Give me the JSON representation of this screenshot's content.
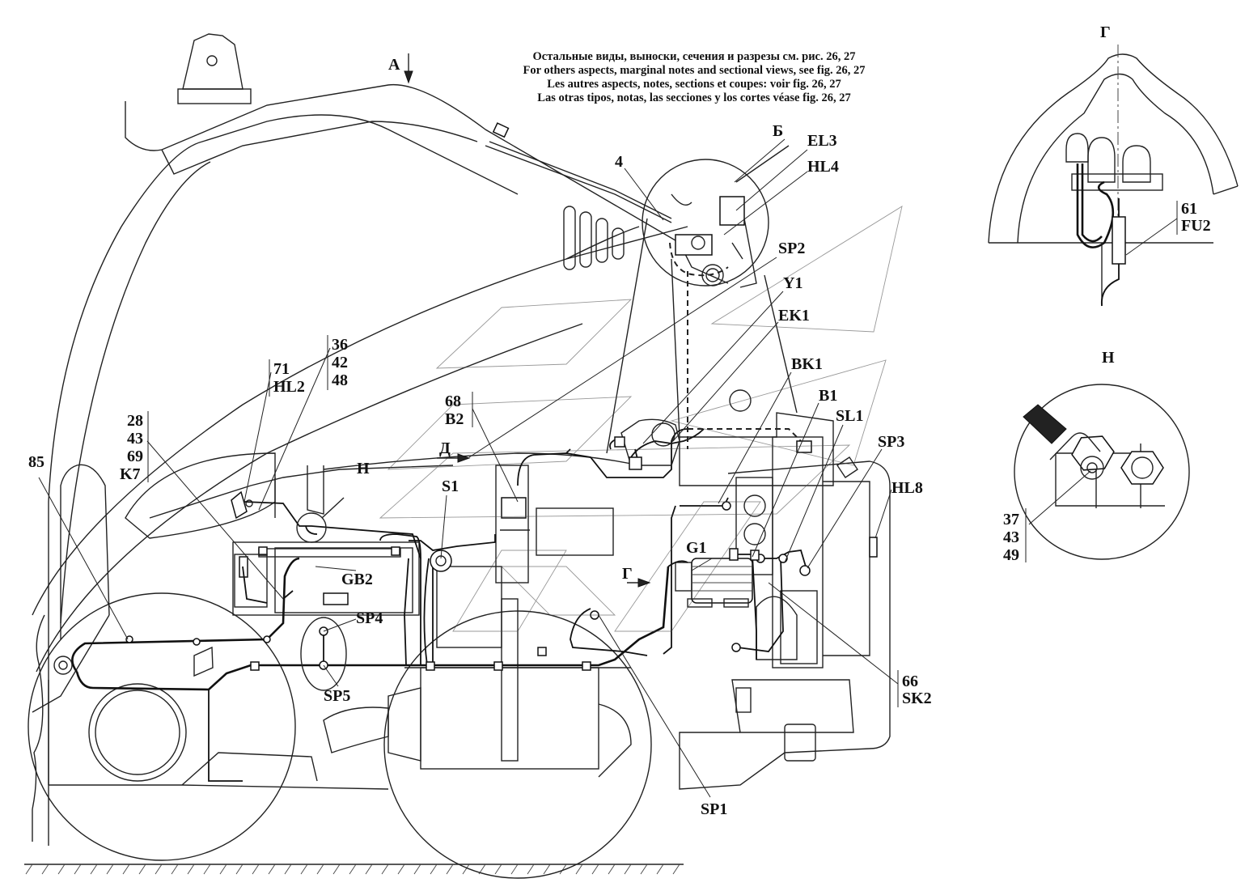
{
  "notes": {
    "ru": "Остальные виды, выноски, сечения и разрезы см. рис. 26, 27",
    "en": "For others aspects, marginal notes and sectional views, see fig. 26, 27",
    "fr": "Les autres aspects, notes, sections et coupes: voir fig. 26, 27",
    "es": "Las otras tipos, notas, las secciones y los cortes véase fig. 26, 27"
  },
  "view_arrows": {
    "a": "А",
    "b": "Б",
    "g": "Г",
    "d": "Д",
    "n": "Н"
  },
  "labels": {
    "el3": "EL3",
    "hl4": "HL4",
    "sp2": "SP2",
    "y1": "Y1",
    "ek1": "EK1",
    "bk1": "BK1",
    "b1": "B1",
    "sl1": "SL1",
    "sp3": "SP3",
    "hl8": "HL8",
    "g1": "G1",
    "gb2": "GB2",
    "s1": "S1",
    "sp4": "SP4",
    "sp5": "SP5",
    "sp1": "SP1",
    "num4": "4",
    "num85": "85"
  },
  "stacked_labels": {
    "hl2": [
      "71",
      "HL2"
    ],
    "group36": [
      "36",
      "42",
      "48"
    ],
    "k7": [
      "28",
      "43",
      "69",
      "K7"
    ],
    "b2": [
      "68",
      "B2"
    ],
    "sk2": [
      "66",
      "SK2"
    ],
    "fu2": [
      "61",
      "FU2"
    ],
    "group37": [
      "37",
      "43",
      "49"
    ]
  },
  "detail_titles": {
    "g": "Г",
    "n": "Н"
  }
}
